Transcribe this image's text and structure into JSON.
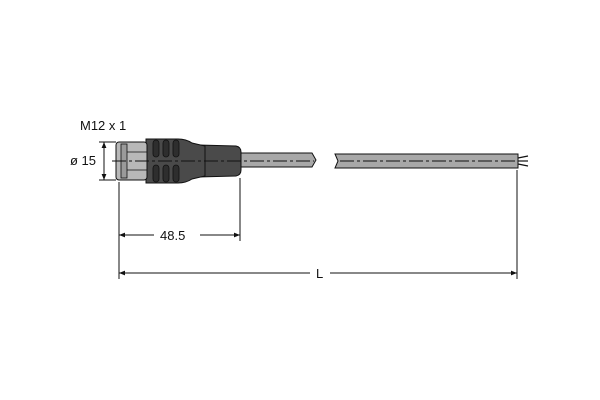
{
  "labels": {
    "thread": "M12 x 1",
    "diameter": "ø 15",
    "connector_length": "48.5",
    "total_length": "L"
  },
  "colors": {
    "connector_body": "#4a4a4a",
    "coupling_nut": "#b8b8b8",
    "cable": "#a8a8a8",
    "line": "#111111"
  }
}
